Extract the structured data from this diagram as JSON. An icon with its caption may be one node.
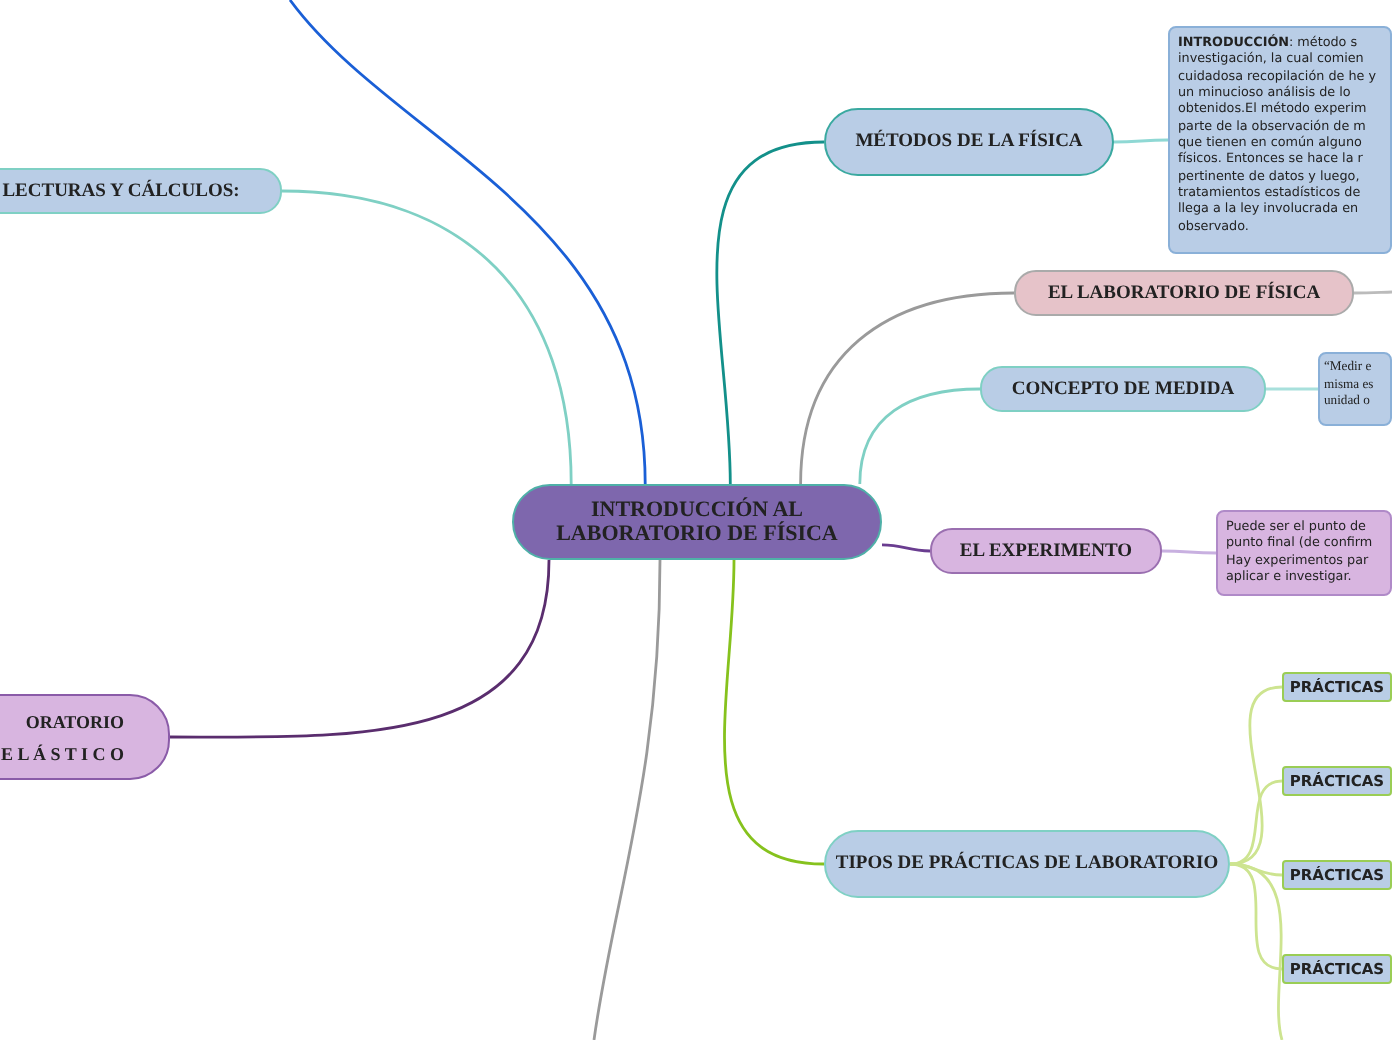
{
  "diagram": {
    "nodes": [
      {
        "text": [
          "INTRODUCCIÓN AL LABORATORIO DE FÍSICA"
        ]
      },
      {
        "text": [
          "MÉTODOS DE LA FÍSICA"
        ]
      },
      {
        "text": [
          "**INTRODUCCIÓN**: método s investigación, la cual comien cuidadosa recopilación de he y un minucioso análisis de lo obtenidos.El método experim parte de la observación de m que tienen en común alguno físicos. Entonces se hace la r pertinente de datos y luego, tratamientos estadísticos de llega a la ley involucrada en observado."
        ]
      },
      {
        "text": [
          "EL LABORATORIO DE FÍSICA"
        ]
      },
      {
        "text": [
          "CONCEPTO DE MEDIDA"
        ]
      },
      {
        "text": [
          "“Medir e misma es unidad o"
        ]
      },
      {
        "text": [
          "EL EXPERIMENTO"
        ]
      },
      {
        "text": [
          "Puede ser el punto de punto final (de confirm Hay experimentos par aplicar e investigar."
        ]
      },
      {
        "text": [
          "TIPOS DE PRÁCTICAS DE LABORATORIO"
        ]
      },
      {
        "text": [
          "PRÁCTICAS"
        ]
      },
      {
        "text": [
          "PRÁCTICAS"
        ]
      },
      {
        "text": [
          "PRÁCTICAS"
        ]
      },
      {
        "text": [
          "PRÁCTICAS"
        ]
      },
      {
        "text": [
          "LECTURAS Y CÁLCULOS:"
        ]
      },
      {
        "text": [
          "ORATORIO",
          "E L Á S T I C O"
        ]
      }
    ],
    "edges": [
      {
        "from": 0,
        "to": 1,
        "arrow": "none",
        "color": "#13908a"
      },
      {
        "from": 1,
        "to": 2,
        "arrow": "none",
        "color": "#8fd8d4"
      },
      {
        "from": 0,
        "to": 3,
        "arrow": "none",
        "color": "#9a9a9a"
      },
      {
        "from": 3,
        "to": null,
        "arrow": "none",
        "color": "#bbbbbb"
      },
      {
        "from": 0,
        "to": 4,
        "arrow": "none",
        "color": "#7fd0c4"
      },
      {
        "from": 4,
        "to": 5,
        "arrow": "none",
        "color": "#a8e0dc"
      },
      {
        "from": 0,
        "to": 6,
        "arrow": "none",
        "color": "#6a3d90"
      },
      {
        "from": 6,
        "to": 7,
        "arrow": "none",
        "color": "#c8b0e0"
      },
      {
        "from": 0,
        "to": 8,
        "arrow": "none",
        "color": "#86c21d"
      },
      {
        "from": 8,
        "to": 9,
        "arrow": "none",
        "color": "#cde490"
      },
      {
        "from": 8,
        "to": 10,
        "arrow": "none",
        "color": "#cde490"
      },
      {
        "from": 8,
        "to": 11,
        "arrow": "none",
        "color": "#cde490"
      },
      {
        "from": 8,
        "to": 12,
        "arrow": "none",
        "color": "#cde490"
      },
      {
        "from": 8,
        "to": null,
        "arrow": "none",
        "color": "#cde490"
      },
      {
        "from": 0,
        "to": 13,
        "arrow": "none",
        "color": "#7fd0c4"
      },
      {
        "from": 0,
        "to": 14,
        "arrow": "none",
        "color": "#5a2d6e"
      },
      {
        "from": 0,
        "to": null,
        "arrow": "none",
        "color": "#1a5fd6"
      },
      {
        "from": 0,
        "to": null,
        "arrow": "none",
        "color": "#9a9a9a"
      }
    ]
  }
}
